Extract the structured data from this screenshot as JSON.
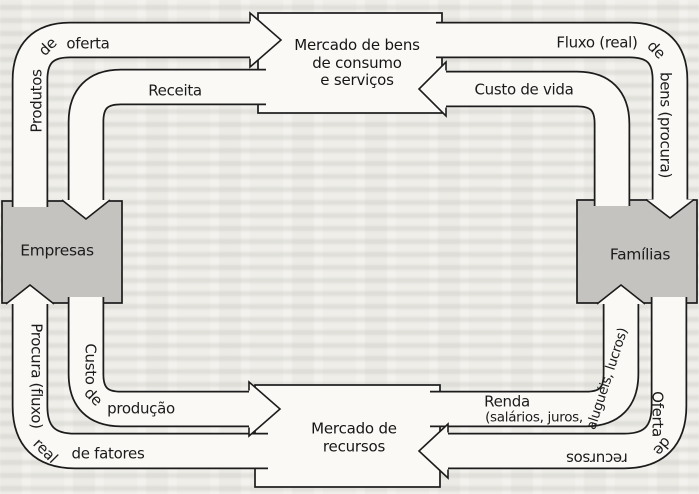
{
  "diagram": {
    "nodes": {
      "goods_market": {
        "lines": [
          "Mercado de bens",
          "de consumo",
          "e serviços"
        ]
      },
      "resource_market": {
        "lines": [
          "Mercado de",
          "recursos"
        ]
      },
      "firms": {
        "label": "Empresas"
      },
      "households": {
        "label": "Famílias"
      }
    },
    "flows": {
      "products_supply": {
        "w1": "Produtos",
        "w2": "de",
        "w3": "oferta"
      },
      "revenue": {
        "label": "Receita"
      },
      "goods_flow": {
        "w1": "Fluxo (real)",
        "w2": "de",
        "w3": "bens (procura)"
      },
      "cost_of_living": {
        "label": "Custo de vida"
      },
      "factor_demand": {
        "w1": "Procura (fluxo)",
        "w2": "real",
        "w3": "de fatores"
      },
      "production_cost": {
        "w1": "Custo",
        "w2": "de",
        "w3": "produção"
      },
      "income": {
        "l1": "Renda",
        "l2": "(salários, juros,",
        "l3": "aluguéis, lucros)"
      },
      "resource_supply": {
        "w1": "Oferta",
        "w2": "de",
        "w3": "recursos"
      }
    },
    "colors": {
      "box_gray": "#c4c3c0",
      "paper": "#f3f2ee",
      "paper_bright": "#faf9f6",
      "line": "#1c1c1c"
    }
  }
}
